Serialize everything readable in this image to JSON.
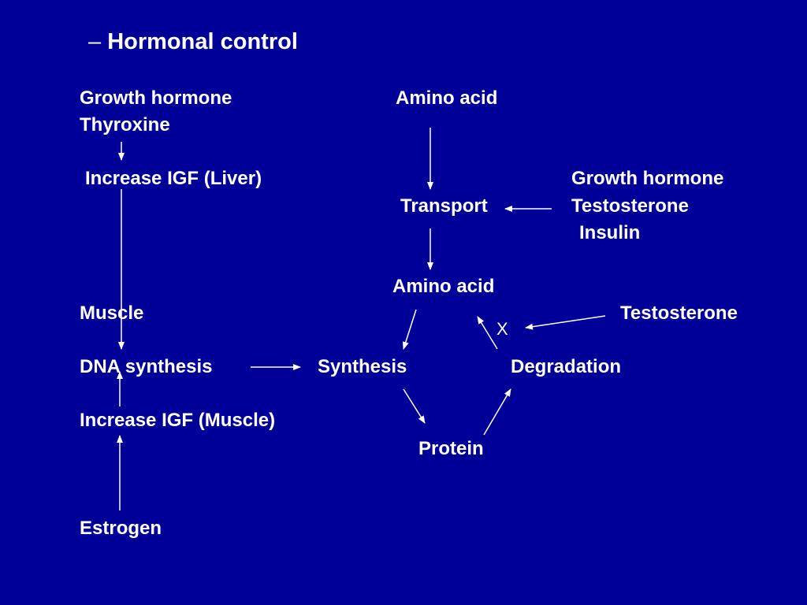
{
  "slide": {
    "dash": "–",
    "title": "Hormonal control"
  },
  "nodes": {
    "growth_hormone_top": "Growth hormone",
    "thyroxine": "Thyroxine",
    "increase_igf_liver": "Increase IGF (Liver)",
    "muscle": "Muscle",
    "dna_synthesis": "DNA synthesis",
    "increase_igf_muscle": "Increase IGF (Muscle)",
    "estrogen": "Estrogen",
    "amino_acid_top": "Amino acid",
    "transport": "Transport",
    "growth_hormone_right": "Growth hormone",
    "testosterone_right": "Testosterone",
    "insulin": "Insulin",
    "amino_acid_mid": "Amino acid",
    "testosterone_far": "Testosterone",
    "inhibition_mark": "X",
    "synthesis": "Synthesis",
    "degradation": "Degradation",
    "protein": "Protein"
  },
  "colors": {
    "background": "#000099",
    "text": "#ffffff"
  }
}
